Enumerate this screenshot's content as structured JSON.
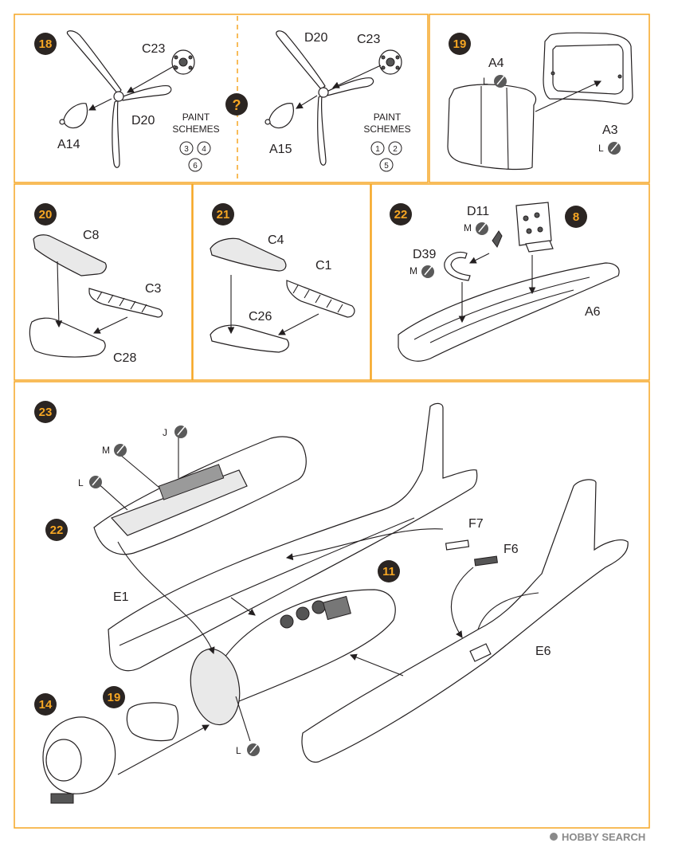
{
  "colors": {
    "frame": "#f6a623",
    "badge": "#2b2522",
    "badge_text": "#f6a623",
    "ink": "#231f20"
  },
  "steps": {
    "s18": {
      "number": "18",
      "labels": {
        "c23": "C23",
        "d20": "D20",
        "a14": "A14"
      },
      "paint_title": [
        "PAINT",
        "SCHEMES"
      ],
      "schemes": [
        "3",
        "4",
        "6"
      ]
    },
    "s18b": {
      "labels": {
        "c23": "C23",
        "d20": "D20",
        "a15": "A15"
      },
      "paint_title": [
        "PAINT",
        "SCHEMES"
      ],
      "schemes": [
        "1",
        "2",
        "5"
      ]
    },
    "question": "?",
    "s19": {
      "number": "19",
      "labels": {
        "a4": "A4",
        "a3": "A3"
      },
      "paint": {
        "a4": "L",
        "a3": "L"
      }
    },
    "s20": {
      "number": "20",
      "labels": {
        "c8": "C8",
        "c3": "C3",
        "c28": "C28"
      }
    },
    "s21": {
      "number": "21",
      "labels": {
        "c4": "C4",
        "c1": "C1",
        "c26": "C26"
      }
    },
    "s22": {
      "number": "22",
      "labels": {
        "d11": "D11",
        "d39": "D39",
        "a6": "A6"
      },
      "paint": {
        "d11": "M",
        "d39": "M"
      },
      "ref": "8"
    },
    "s23": {
      "number": "23",
      "labels": {
        "e1": "E1",
        "e6": "E6",
        "f7": "F7",
        "f6": "F6"
      },
      "paint": {
        "j": "J",
        "m": "M",
        "l1": "L",
        "l2": "L"
      },
      "refs": {
        "r22": "22",
        "r11": "11",
        "r14": "14",
        "r19": "19"
      }
    }
  },
  "watermark": "HOBBY SEARCH",
  "icons": [
    "paint-swatch-icon",
    "step-badge-icon",
    "hobby-search-logo-icon"
  ]
}
